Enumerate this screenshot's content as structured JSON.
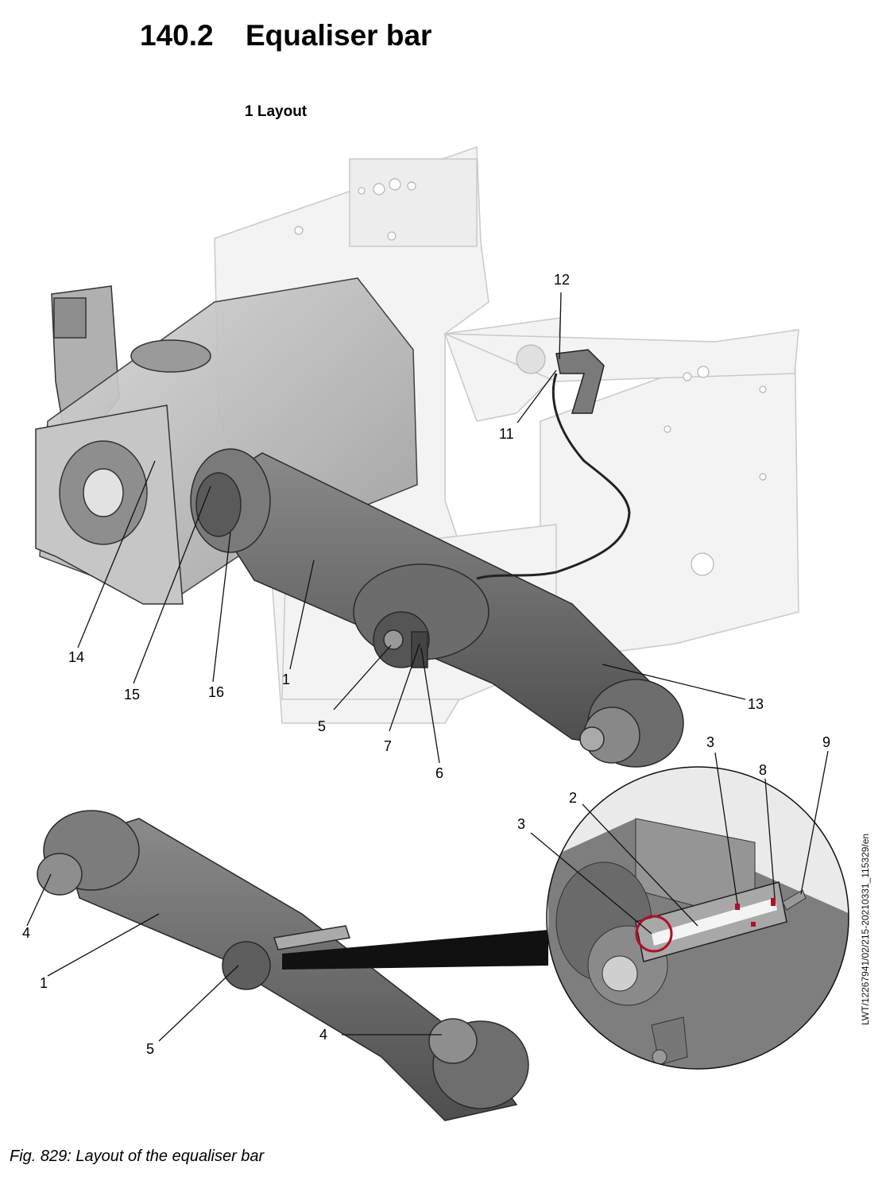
{
  "header": {
    "section_number": "140.2",
    "section_title": "Equaliser bar",
    "subsection": "1 Layout"
  },
  "callouts": {
    "c1_upper": "1",
    "c5_upper": "5",
    "c6": "6",
    "c7": "7",
    "c11": "11",
    "c12": "12",
    "c13": "13",
    "c14": "14",
    "c15": "15",
    "c16": "16",
    "c4_top": "4",
    "c1_lower": "1",
    "c5_lower": "5",
    "c4_bottom": "4",
    "c2": "2",
    "c3_left": "3",
    "c3_right": "3",
    "c8": "8",
    "c9": "9"
  },
  "doc_reference": "LWT/12267941/02/215-20210331_115329/en",
  "caption": "Fig. 829: Layout of the equaliser bar"
}
